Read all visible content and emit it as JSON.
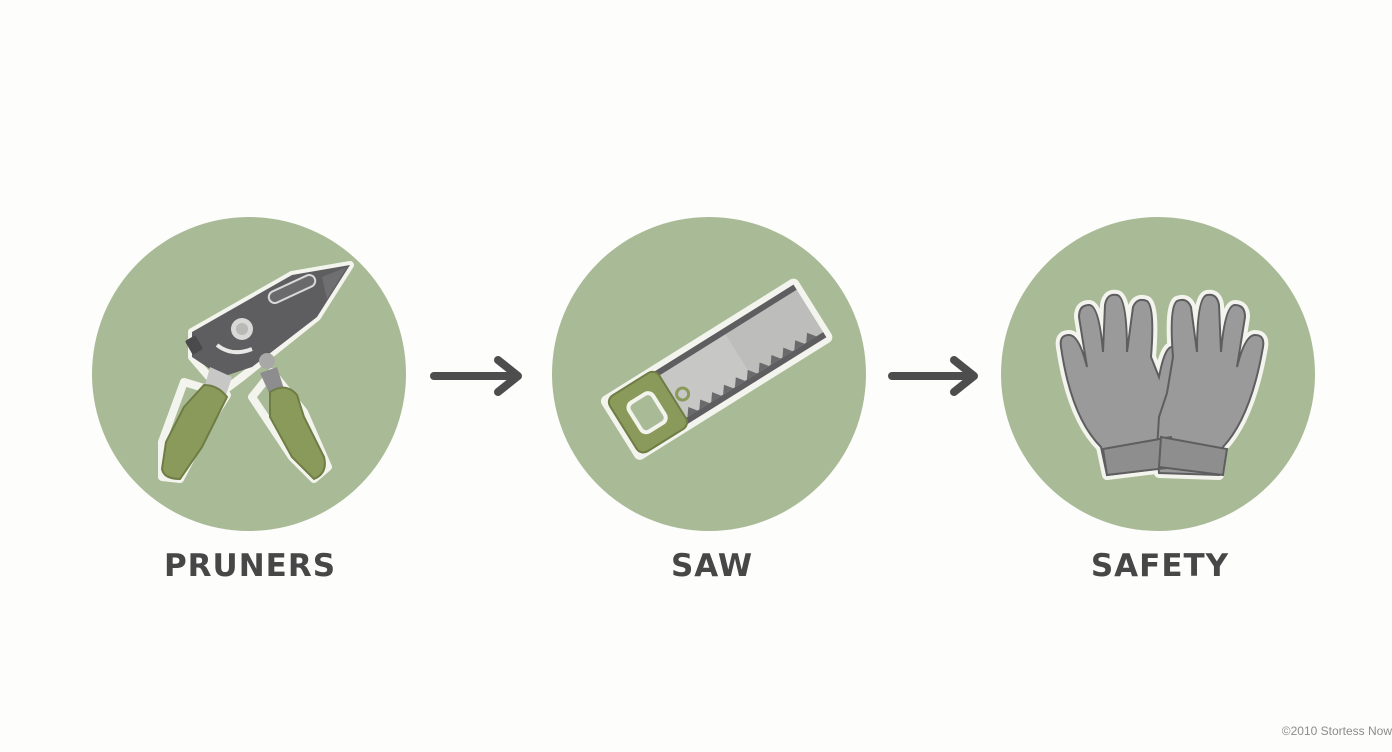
{
  "steps": [
    {
      "label": "PRUNERS",
      "icon": "pruners-icon"
    },
    {
      "label": "SAW",
      "icon": "saw-icon"
    },
    {
      "label": "SAFETY",
      "icon": "gloves-icon"
    }
  ],
  "arrows": [
    "arrow-right-icon",
    "arrow-right-icon"
  ],
  "colors": {
    "circle": "#a9bb96",
    "handle_green": "#8a9a5b",
    "metal_dark": "#5e5e60",
    "metal_light": "#c7c7c5",
    "glove_gray": "#9a9a9a",
    "text": "#474747"
  },
  "credit": "©2010 Stortess Now"
}
